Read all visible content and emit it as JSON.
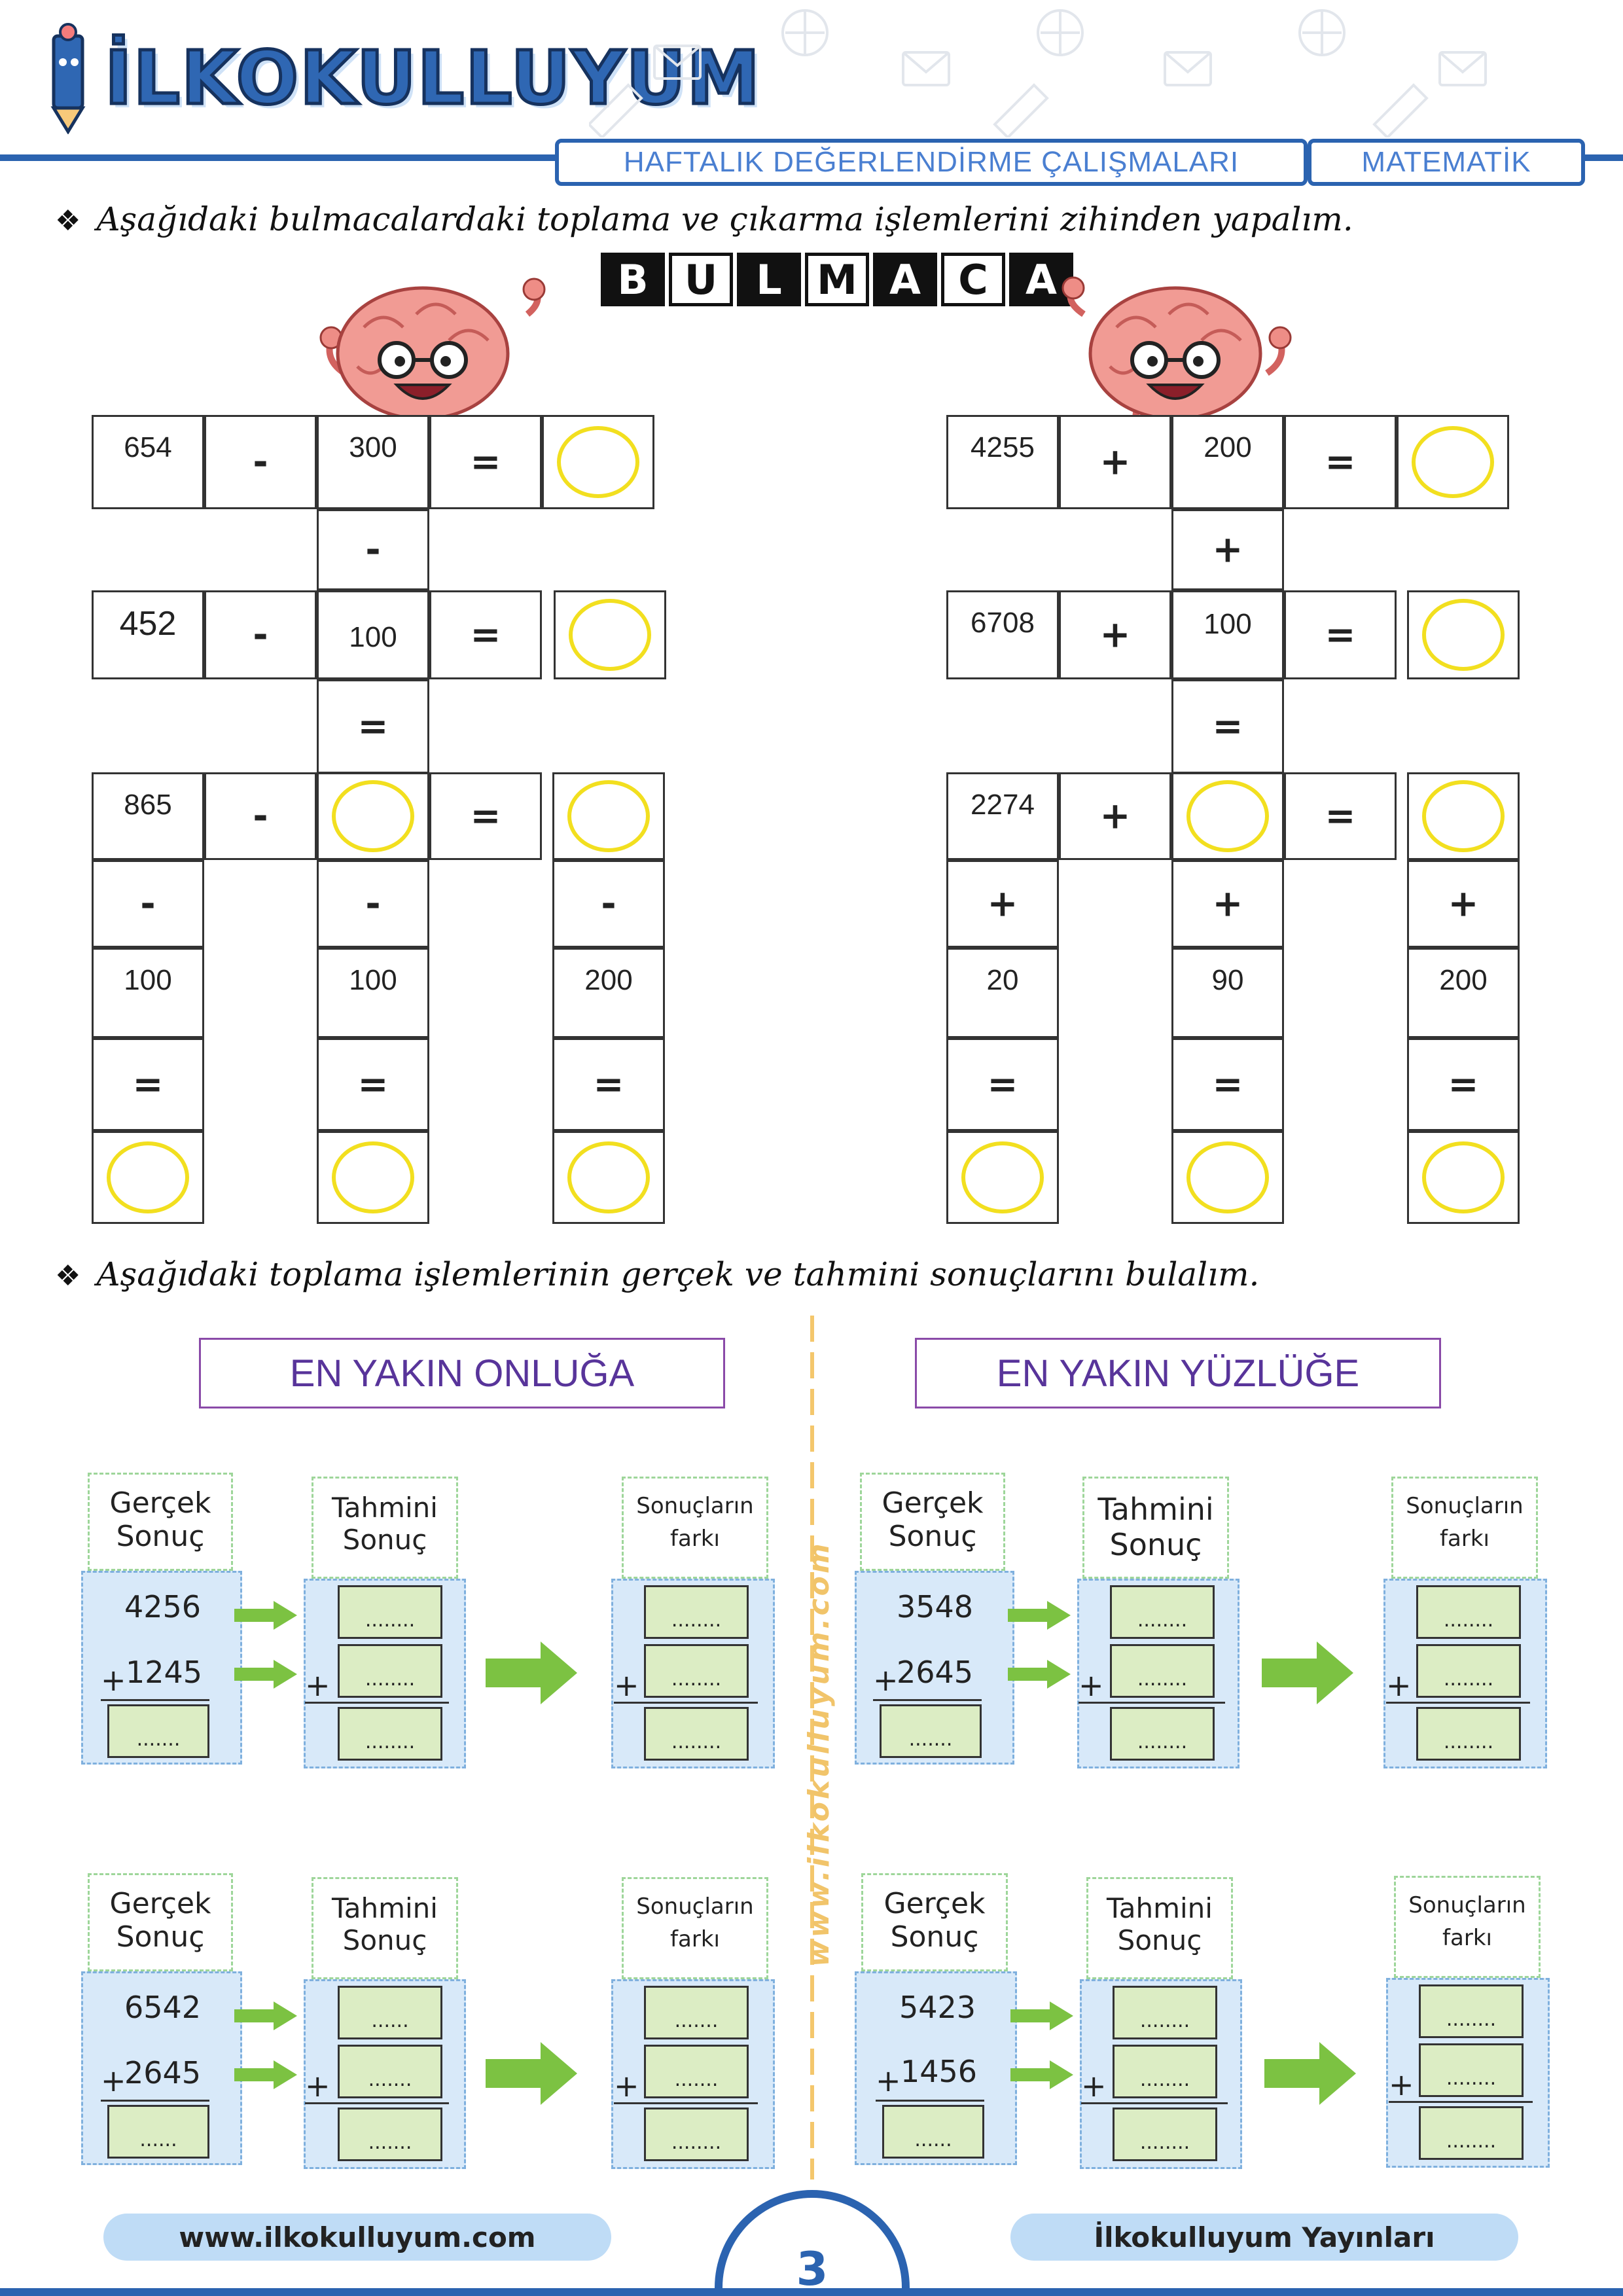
{
  "header": {
    "logo_text": "İLKOKULLUYUM",
    "worksheet_title": "HAFTALIK DEĞERLENDİRME ÇALIŞMALARI",
    "subject": "MATEMATİK"
  },
  "instructions": {
    "puzzle": "Aşağıdaki bulmacalardaki toplama ve çıkarma işlemlerini zihinden yapalım.",
    "estimation": "Aşağıdaki toplama işlemlerinin gerçek ve tahmini sonuçlarını bulalım."
  },
  "bulmaca": {
    "letters": [
      "B",
      "U",
      "L",
      "M",
      "A",
      "C",
      "A"
    ]
  },
  "puzzle_left": {
    "r1": {
      "a": "654",
      "op": "-",
      "b": "300",
      "eq": "="
    },
    "v1": {
      "op": "-"
    },
    "r2": {
      "a": "452",
      "op": "-",
      "b": "100",
      "eq": "="
    },
    "v2": {
      "eq": "="
    },
    "r3": {
      "a": "865",
      "op": "-",
      "eq": "="
    },
    "cols": {
      "op1": "-",
      "op2": "-",
      "op3": "-",
      "n1": "100",
      "n2": "100",
      "n3": "200",
      "e1": "=",
      "e2": "=",
      "e3": "="
    }
  },
  "puzzle_right": {
    "r1": {
      "a": "4255",
      "op": "+",
      "b": "200",
      "eq": "="
    },
    "v1": {
      "op": "+"
    },
    "r2": {
      "a": "6708",
      "op": "+",
      "b": "100",
      "eq": "="
    },
    "v2": {
      "eq": "="
    },
    "r3": {
      "a": "2274",
      "op": "+",
      "eq": "="
    },
    "cols": {
      "op1": "+",
      "op2": "+",
      "op3": "+",
      "n1": "20",
      "n2": "90",
      "n3": "200",
      "e1": "=",
      "e2": "=",
      "e3": "="
    }
  },
  "estimation": {
    "left_title": "EN YAKIN ONLUĞA",
    "right_title": "EN YAKIN YÜZLÜĞE",
    "labels": {
      "real_1": "Gerçek",
      "real_2": "Sonuç",
      "est_1": "Tahmini",
      "est_2": "Sonuç",
      "diff_1": "Sonuçların",
      "diff_2": "farkı"
    },
    "plus_sign": "+",
    "blank_long": "........",
    "blank_mid": ".......",
    "blank_short": "......",
    "blocks": [
      {
        "a": "4256",
        "b": "1245"
      },
      {
        "a": "3548",
        "b": "2645"
      },
      {
        "a": "6542",
        "b": "2645"
      },
      {
        "a": "5423",
        "b": "1456"
      }
    ]
  },
  "footer": {
    "website": "www.ilkokulluyum.com",
    "publisher": "İlkokulluyum Yayınları",
    "page_number": "3",
    "vertical_site": "www.ilkokulluyum.com"
  },
  "colors": {
    "primary_blue": "#2b63b0",
    "ring_yellow": "#f2df1f",
    "arrow_green": "#7cc242",
    "panel_blue": "#d8e9f9",
    "answer_green": "#dcedc4",
    "title_purple": "#58349a"
  }
}
